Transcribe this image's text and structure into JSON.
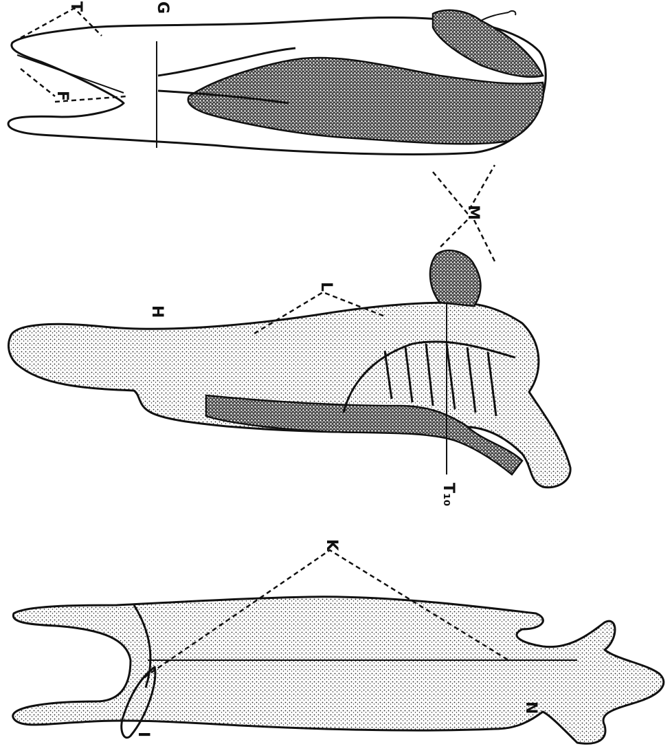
{
  "figure": {
    "labels": {
      "T_top": "T",
      "G": "G",
      "F": "F",
      "M": "M",
      "H": "H",
      "L": "L",
      "T10": "T₁₀",
      "K": "K",
      "I": "I",
      "N": "N"
    }
  }
}
